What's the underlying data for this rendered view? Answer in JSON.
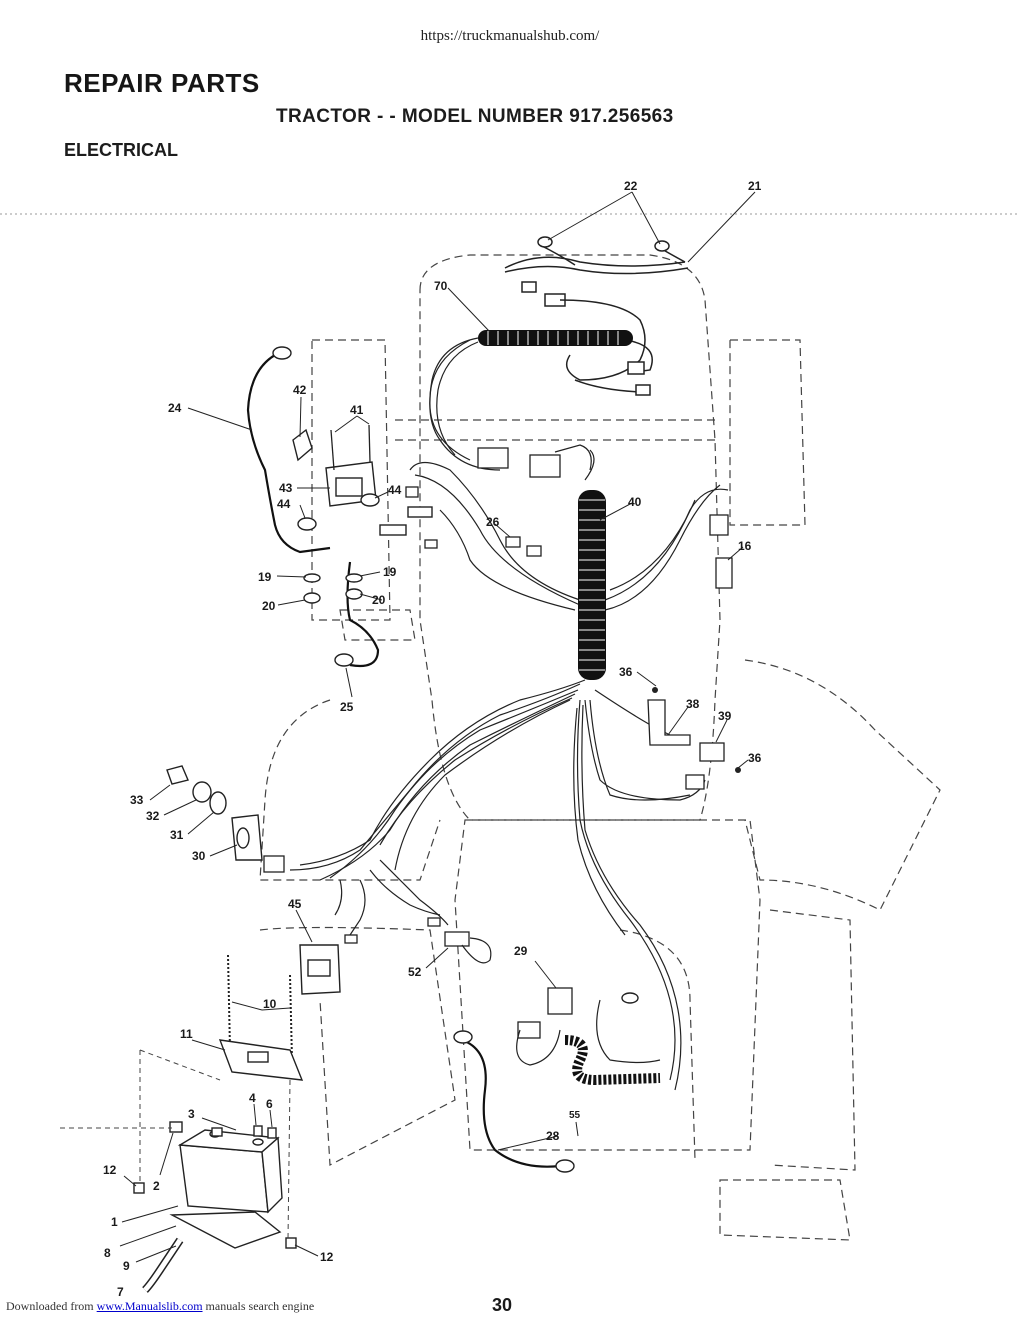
{
  "header": {
    "url": "https://truckmanualshub.com/",
    "title": "REPAIR PARTS",
    "subtitle": "TRACTOR - - MODEL NUMBER 917.256563",
    "section": "ELECTRICAL"
  },
  "footer": {
    "prefix": "Downloaded from",
    "link": "www.Manualslib.com",
    "suffix": "manuals search engine",
    "page": "30"
  },
  "callouts": {
    "c22": "22",
    "c21": "21",
    "c70": "70",
    "c24": "24",
    "c42": "42",
    "c41": "41",
    "c43": "43",
    "c44a": "44",
    "c44b": "44",
    "c40": "40",
    "c26": "26",
    "c16": "16",
    "c19a": "19",
    "c19b": "19",
    "c20a": "20",
    "c20b": "20",
    "c25": "25",
    "c36a": "36",
    "c38": "38",
    "c39": "39",
    "c36b": "36",
    "c33": "33",
    "c32": "32",
    "c31": "31",
    "c30": "30",
    "c45": "45",
    "c52": "52",
    "c29": "29",
    "c10": "10",
    "c11": "11",
    "c4": "4",
    "c6": "6",
    "c3": "3",
    "c55": "55",
    "c28": "28",
    "c12a": "12",
    "c2": "2",
    "c1": "1",
    "c8": "8",
    "c9": "9",
    "c12b": "12",
    "c7": "7"
  }
}
